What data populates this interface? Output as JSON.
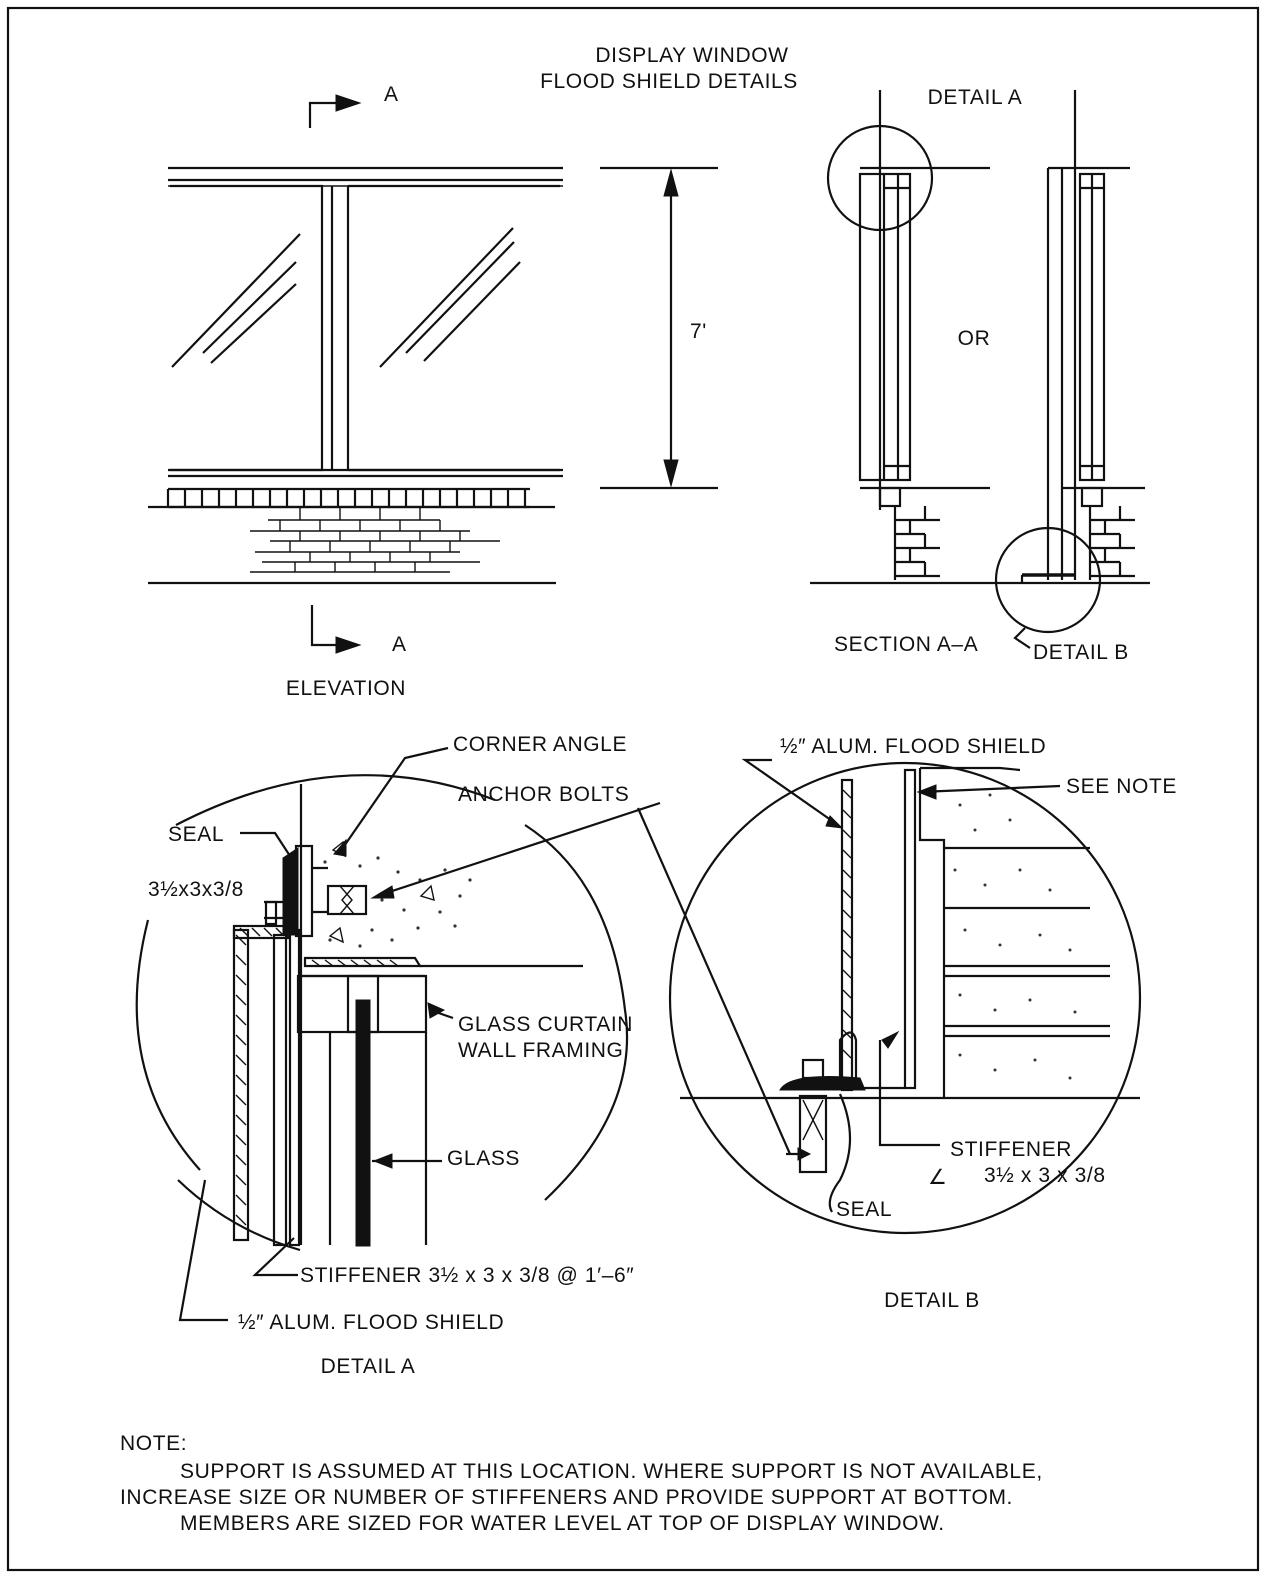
{
  "title": {
    "line1": "DISPLAY WINDOW",
    "line2": "FLOOD SHIELD DETAILS"
  },
  "elevation": {
    "cut_label_top": "A",
    "cut_label_bottom": "A",
    "height_dim": "7'",
    "caption": "ELEVATION"
  },
  "section": {
    "detail_a_callout": "DETAIL A",
    "or_label": "OR",
    "caption": "SECTION A–A",
    "detail_b_callout": "DETAIL B"
  },
  "detail_a": {
    "corner_angle": "CORNER ANGLE",
    "anchor_bolts": "ANCHOR BOLTS",
    "seal": "SEAL",
    "angle_size": "3½x3x3/8",
    "curtain_wall_1": "GLASS CURTAIN",
    "curtain_wall_2": "WALL FRAMING",
    "glass": "GLASS",
    "stiffener": "STIFFENER 3½ x 3 x 3/8 @ 1′–6″",
    "flood_shield": "½″ ALUM. FLOOD SHIELD",
    "caption": "DETAIL A"
  },
  "detail_b": {
    "flood_shield": "½″ ALUM. FLOOD SHIELD",
    "see_note": "SEE NOTE",
    "stiffener": "STIFFENER",
    "angle_symbol": "∠",
    "stiffener_size": "3½ x 3 x 3/8",
    "seal": "SEAL",
    "caption": "DETAIL B"
  },
  "note": {
    "heading": "NOTE:",
    "line1": "SUPPORT IS ASSUMED AT THIS LOCATION.  WHERE SUPPORT IS NOT AVAILABLE,",
    "line2": "INCREASE SIZE OR NUMBER OF STIFFENERS AND PROVIDE SUPPORT AT BOTTOM.",
    "line3": "MEMBERS ARE SIZED FOR WATER LEVEL AT TOP OF DISPLAY WINDOW."
  }
}
